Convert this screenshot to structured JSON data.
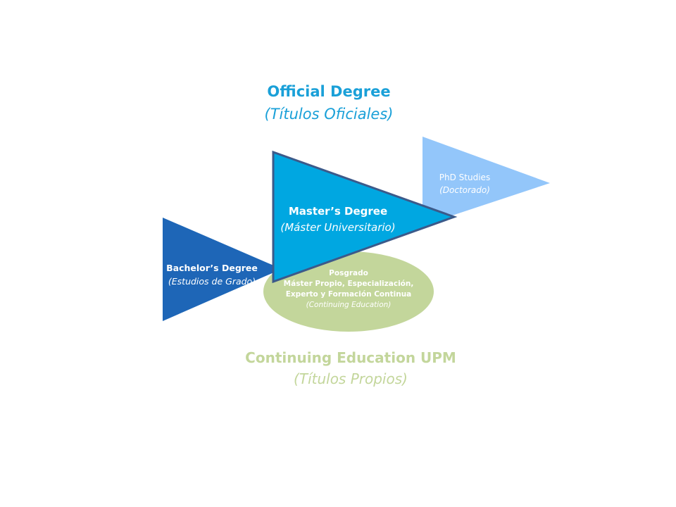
{
  "colors": {
    "official_text": "#1AA0D8",
    "continuing_text": "#C3D69B",
    "bachelor_fill": "#1E66B7",
    "master_fill": "#00A7E1",
    "master_stroke": "#3C5A8A",
    "phd_fill": "#93C6FA",
    "posgrado_fill": "#C3D69B"
  },
  "official": {
    "title": "Official Degree",
    "subtitle": "(Títulos Oficiales)"
  },
  "continuing": {
    "title": "Continuing Education UPM",
    "subtitle": "(Títulos Propios)"
  },
  "nodes": {
    "phd": {
      "title": "PhD Studies",
      "subtitle": "(Doctorado)"
    },
    "master": {
      "title": "Master’s Degree",
      "subtitle": "(Máster Universitario)"
    },
    "bachelor": {
      "title": "Bachelor’s Degree",
      "subtitle": "(Estudios de Grado)"
    },
    "posgrado": {
      "title": "Posgrado",
      "line1": "Máster Propio, Especialización,",
      "line2": "Experto y Formación Continua",
      "subtitle": "(Continuing Education)"
    }
  }
}
